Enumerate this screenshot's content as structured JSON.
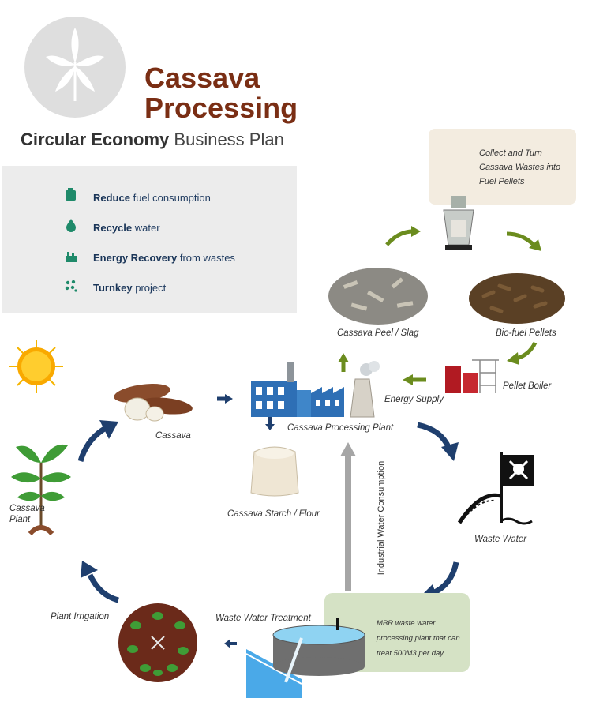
{
  "header": {
    "title_line1": "Cassava",
    "title_line2": "Processing",
    "subtitle_bold": "Circular Economy",
    "subtitle_rest": "Business Plan"
  },
  "benefits": [
    {
      "icon": "fuel-can-icon",
      "bold": "Reduce",
      "rest": "fuel consumption"
    },
    {
      "icon": "water-drop-icon",
      "bold": "Recycle",
      "rest": "water"
    },
    {
      "icon": "energy-recovery-icon",
      "bold": "Energy Recovery",
      "rest": "from wastes"
    },
    {
      "icon": "dots-icon",
      "bold": "Turnkey",
      "rest": "project"
    }
  ],
  "notes": {
    "collect_line1": "Collect and Turn",
    "collect_line2": "Cassava Wastes into",
    "collect_line3": "Fuel Pellets",
    "mbr_line1": "MBR waste water",
    "mbr_line2": "processing plant that can",
    "mbr_line3": "treat 500M3 per day."
  },
  "labels": {
    "peel": "Cassava Peel / Slag",
    "pellets": "Bio-fuel Pellets",
    "boiler": "Pellet Boiler",
    "energy": "Energy Supply",
    "cassava": "Cassava",
    "plant": "Cassava Processing Plant",
    "starch": "Cassava Starch / Flour",
    "water_consumption": "Industrial  Water Consumption",
    "waste_water": "Waste Water",
    "treatment": "Waste Water Treatment",
    "irrigation": "Plant Irrigation",
    "cassava_plant_line1": "Cassava",
    "cassava_plant_line2": "Plant"
  },
  "colors": {
    "title": "#7a2e14",
    "arrow_blue": "#1f3f6e",
    "arrow_green": "#6b8c1e",
    "factory_blue": "#2e6fb5",
    "box_beige": "#f3ece0",
    "box_green": "#d5e2c5"
  }
}
